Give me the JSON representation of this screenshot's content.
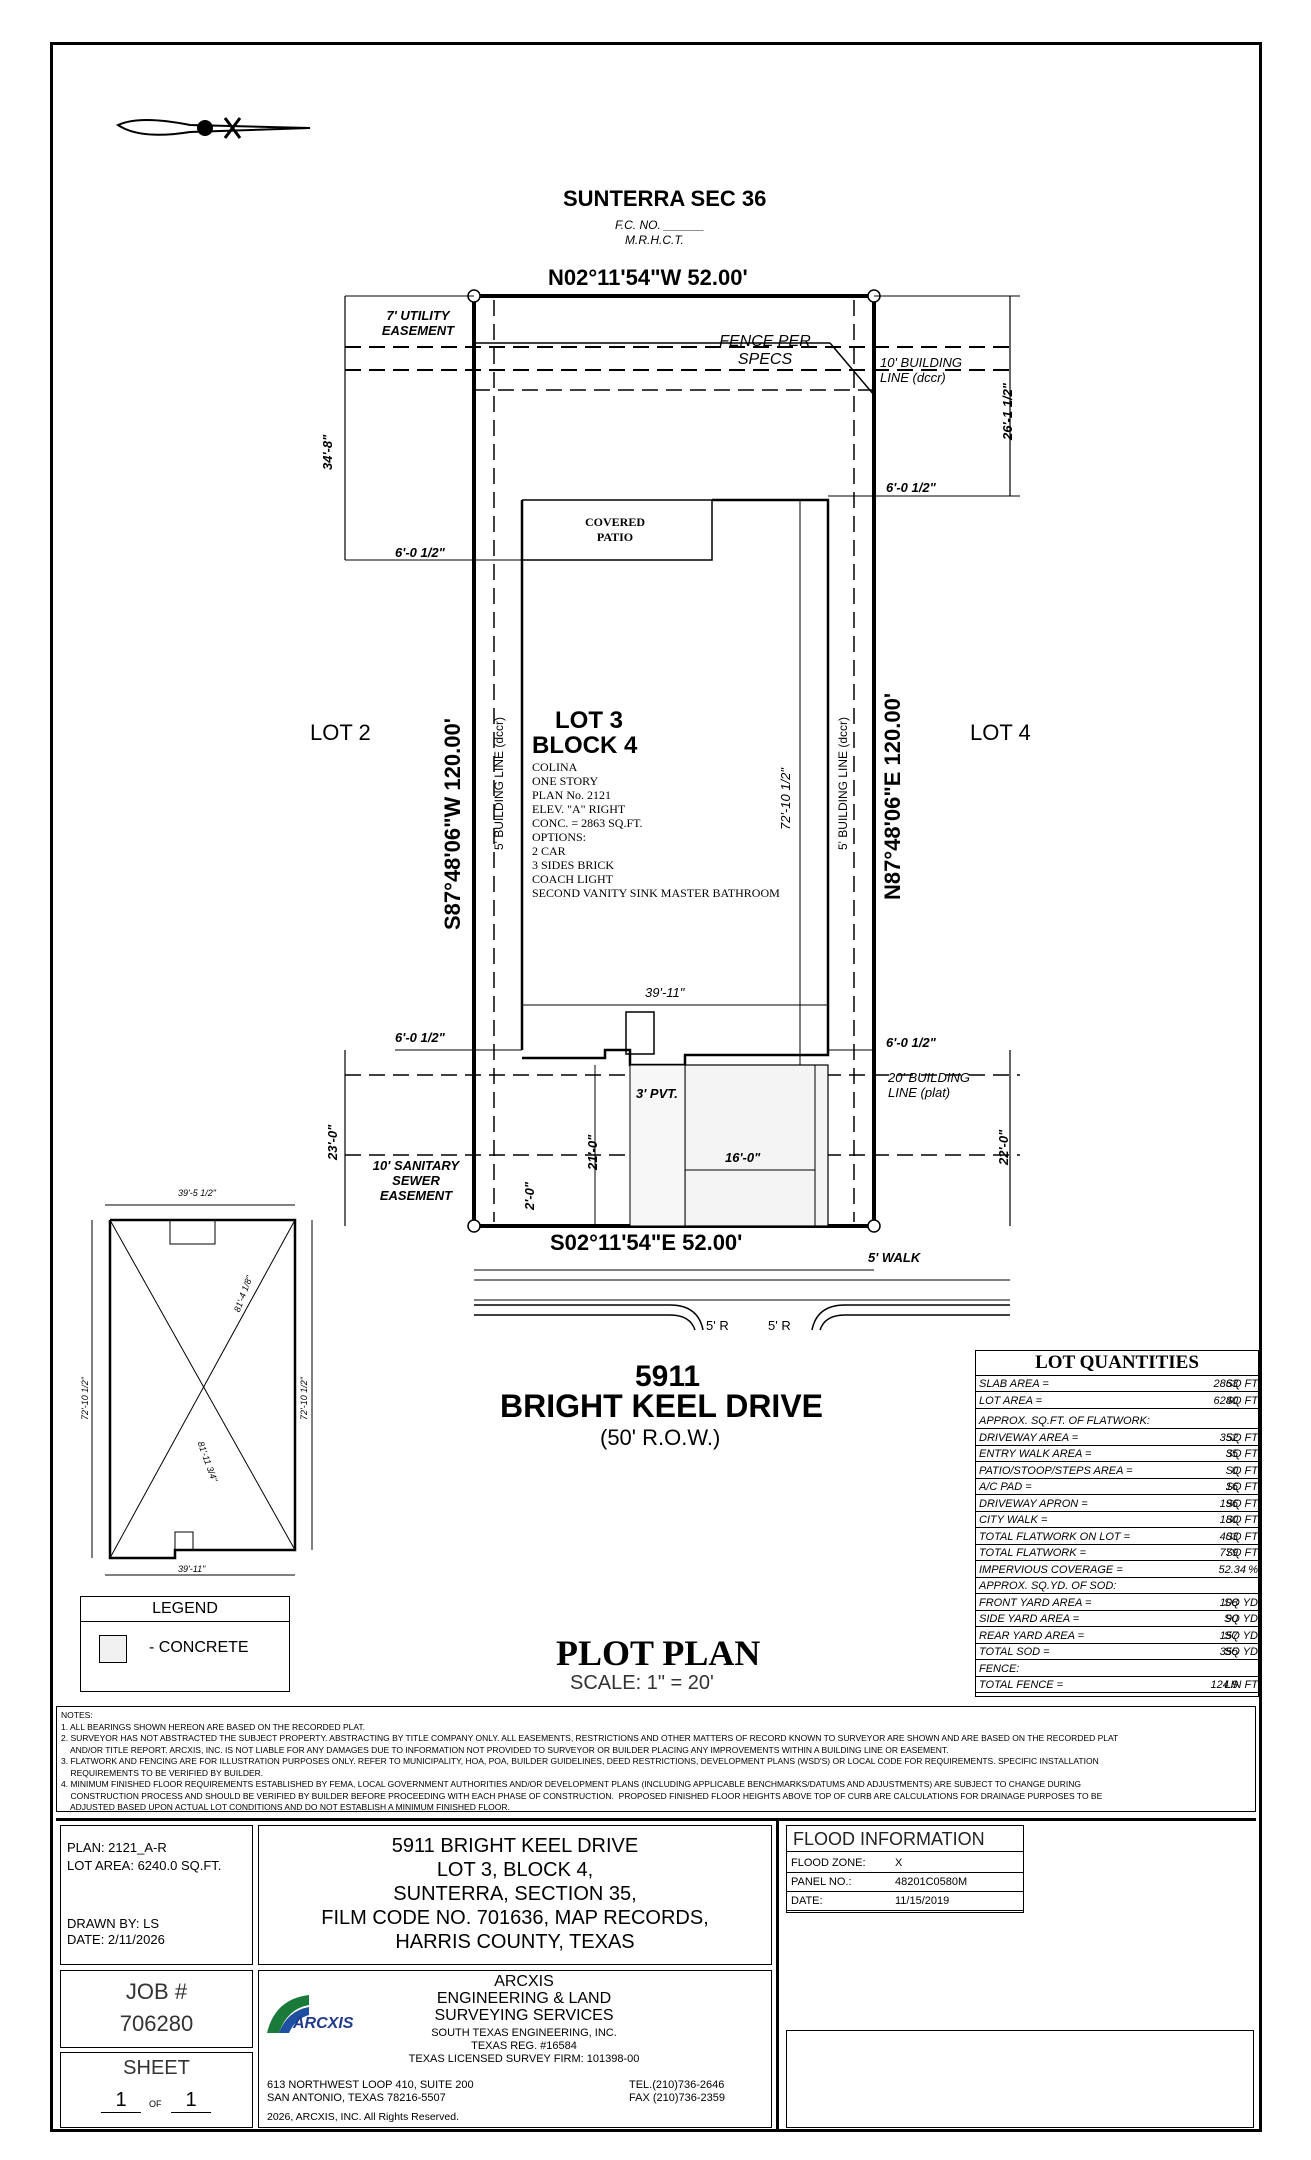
{
  "subdivision": {
    "name": "SUNTERRA SEC 36",
    "fc_no": "F.C. NO. ______",
    "mrhct": "M.R.H.C.T."
  },
  "bearings": {
    "north": "N02°11'54\"W 52.00'",
    "south": "S02°11'54\"E 52.00'",
    "west": "S87°48'06\"W 120.00'",
    "east": "N87°48'06\"E 120.00'"
  },
  "labels": {
    "utility_easement": "7' UTILITY EASEMENT",
    "fence": "FENCE PER SPECS",
    "building_line_rear": "10' BUILDING LINE (dccr)",
    "dim_rear_right": "26'-1 1/2\"",
    "dim_rear_left": "34'-8\"",
    "setback_rear_right": "6'-0 1/2\"",
    "setback_rear_left": "6'-0 1/2\"",
    "covered_patio": "COVERED PATIO",
    "side_bl_left": "5' BUILDING LINE (dccr)",
    "side_bl_right": "5' BUILDING LINE (dccr)",
    "depth": "72'-10 1/2\"",
    "width": "39'-11\"",
    "setback_front_left": "6'-0 1/2\"",
    "setback_front_right": "6'-0 1/2\"",
    "front_bl": "20' BUILDING LINE (plat)",
    "pvt": "3' PVT.",
    "dim_23": "23'-0\"",
    "dim_22": "22'-0\"",
    "dim_21": "21'-0\"",
    "dim_2": "2'-0\"",
    "dim_16": "16'-0\"",
    "sewer": "10' SANITARY SEWER EASEMENT",
    "walk": "5' WALK",
    "radius_left": "5' R",
    "radius_right": "5' R",
    "lot_left": "LOT 2",
    "lot_right": "LOT 4"
  },
  "lot": {
    "title1": "LOT 3",
    "title2": "BLOCK 4",
    "details": [
      "COLINA",
      "ONE STORY",
      "PLAN No. 2121",
      "ELEV. \"A\" RIGHT",
      "CONC. = 2863 SQ.FT.",
      "OPTIONS:",
      "2 CAR",
      "3 SIDES BRICK",
      "COACH LIGHT",
      "SECOND VANITY SINK MASTER BATHROOM"
    ]
  },
  "address": {
    "number": "5911",
    "street": "BRIGHT KEEL DRIVE",
    "row": "(50' R.O.W.)"
  },
  "footprint": {
    "top": "39'-5 1/2\"",
    "bottom": "39'-11\"",
    "left": "72'-10 1/2\"",
    "right": "72'-10 1/2\"",
    "diag1": "81'-4 1/8\"",
    "diag2": "81'-11 3/4\""
  },
  "legend": {
    "title": "LEGEND",
    "item": "- CONCRETE"
  },
  "plot_plan": {
    "title": "PLOT PLAN",
    "scale": "SCALE: 1\" = 20'"
  },
  "lot_quantities": {
    "title": "LOT QUANTITIES",
    "rows": [
      {
        "label": "SLAB AREA =",
        "value": "2863",
        "unit": "SQ FT"
      },
      {
        "label": "LOT AREA =",
        "value": "6240",
        "unit": "SQ FT"
      },
      {
        "label": "APPROX. SQ.FT. OF FLATWORK:",
        "value": "",
        "unit": ""
      },
      {
        "label": "DRIVEWAY AREA =",
        "value": "352",
        "unit": "SQ FT"
      },
      {
        "label": "ENTRY WALK AREA =",
        "value": "35",
        "unit": "SQ FT"
      },
      {
        "label": "PATIO/STOOP/STEPS AREA =",
        "value": "0",
        "unit": "SQ FT"
      },
      {
        "label": "A/C PAD =",
        "value": "16",
        "unit": "SQ FT"
      },
      {
        "label": "DRIVEWAY APRON =",
        "value": "196",
        "unit": "SQ FT"
      },
      {
        "label": "CITY WALK =",
        "value": "180",
        "unit": "SQ FT"
      },
      {
        "label": "TOTAL FLATWORK ON LOT =",
        "value": "403",
        "unit": "SQ FT"
      },
      {
        "label": "TOTAL FLATWORK =",
        "value": "779",
        "unit": "SQ FT"
      },
      {
        "label": "IMPERVIOUS COVERAGE =",
        "value": "52.34",
        "unit": "%"
      },
      {
        "label": "APPROX. SQ.YD. OF SOD:",
        "value": "",
        "unit": ""
      },
      {
        "label": "FRONT YARD AREA =",
        "value": "108",
        "unit": "SQ YD"
      },
      {
        "label": "SIDE YARD AREA =",
        "value": "90",
        "unit": "SQ YD"
      },
      {
        "label": "REAR YARD AREA =",
        "value": "157",
        "unit": "SQ YD"
      },
      {
        "label": "TOTAL SOD =",
        "value": "355",
        "unit": "SQ YD"
      },
      {
        "label": "FENCE:",
        "value": "",
        "unit": ""
      },
      {
        "label": "TOTAL FENCE =",
        "value": "124.9",
        "unit": "LIN FT"
      }
    ]
  },
  "notes": [
    "NOTES:",
    "1. ALL BEARINGS SHOWN HEREON ARE BASED ON THE RECORDED PLAT.",
    "2. SURVEYOR HAS NOT ABSTRACTED THE SUBJECT PROPERTY. ABSTRACTING BY TITLE COMPANY ONLY. ALL EASEMENTS, RESTRICTIONS AND OTHER MATTERS OF RECORD KNOWN TO SURVEYOR ARE SHOWN AND ARE BASED ON THE RECORDED PLAT",
    "    AND/OR TITLE REPORT. ARCXIS, INC. IS NOT LIABLE FOR ANY DAMAGES DUE TO INFORMATION NOT PROVIDED TO SURVEYOR OR BUILDER PLACING ANY IMPROVEMENTS WITHIN A BUILDING LINE OR EASEMENT.",
    "3. FLATWORK AND FENCING ARE FOR ILLUSTRATION PURPOSES ONLY. REFER TO MUNICIPALITY, HOA, POA, BUILDER GUIDELINES, DEED RESTRICTIONS, DEVELOPMENT PLANS (WSD'S) OR LOCAL CODE FOR REQUIREMENTS. SPECIFIC INSTALLATION",
    "    REQUIREMENTS TO BE VERIFIED BY BUILDER.",
    "4. MINIMUM FINISHED FLOOR REQUIREMENTS ESTABLISHED BY FEMA, LOCAL GOVERNMENT AUTHORITIES AND/OR DEVELOPMENT PLANS (INCLUDING APPLICABLE BENCHMARKS/DATUMS AND ADJUSTMENTS) ARE SUBJECT TO CHANGE DURING",
    "    CONSTRUCTION PROCESS AND SHOULD BE VERIFIED BY BUILDER BEFORE PROCEEDING WITH EACH PHASE OF CONSTRUCTION.  PROPOSED FINISHED FLOOR HEIGHTS ABOVE TOP OF CURB ARE CALCULATIONS FOR DRAINAGE PURPOSES TO BE",
    "    ADJUSTED BASED UPON ACTUAL LOT CONDITIONS AND DO NOT ESTABLISH A MINIMUM FINISHED FLOOR."
  ],
  "title_block": {
    "plan": "PLAN: 2121_A-R",
    "lot_area": "LOT AREA: 6240.0 SQ.FT.",
    "drawn_by": "DRAWN BY: LS",
    "date": "DATE: 2/11/2026",
    "desc": [
      "5911 BRIGHT KEEL DRIVE",
      "LOT 3, BLOCK 4,",
      "SUNTERRA, SECTION 35,",
      "FILM CODE NO. 701636, MAP RECORDS,",
      "HARRIS COUNTY, TEXAS"
    ],
    "job_label": "JOB #",
    "job_number": "706280",
    "sheet_label": "SHEET",
    "sheet_num": "1",
    "sheet_of": "OF",
    "sheet_total": "1"
  },
  "flood": {
    "title": "FLOOD INFORMATION",
    "rows": [
      {
        "label": "FLOOD ZONE:",
        "value": "X"
      },
      {
        "label": "PANEL NO.:",
        "value": "48201C0580M"
      },
      {
        "label": "DATE:",
        "value": "11/15/2019"
      }
    ]
  },
  "company": {
    "logo_text": "ARCXIS",
    "name": "ARCXIS",
    "line1": "ENGINEERING & LAND",
    "line2": "SURVEYING SERVICES",
    "line3": "SOUTH TEXAS ENGINEERING, INC.",
    "line4": "TEXAS REG. #16584",
    "line5": "TEXAS LICENSED SURVEY FIRM: 101398-00",
    "addr1": "613 NORTHWEST LOOP 410, SUITE 200",
    "addr2": "SAN ANTONIO, TEXAS 78216-5507",
    "tel": "TEL.(210)736-2646",
    "fax": "FAX (210)736-2359",
    "copyright": "2026, ARCXIS, INC. All Rights Reserved."
  }
}
